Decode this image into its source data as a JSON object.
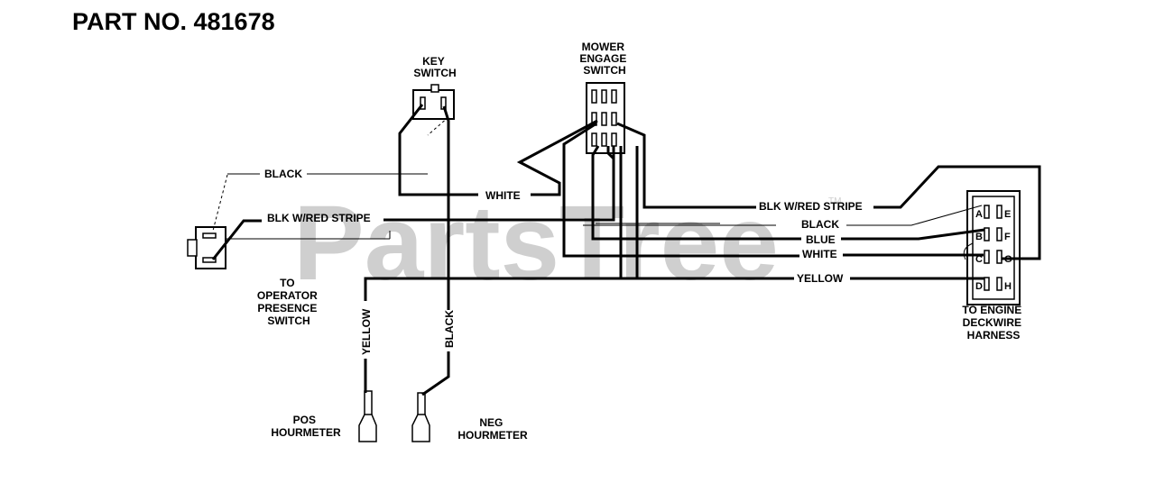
{
  "title": "PART NO. 481678",
  "watermark": {
    "text": "PartsTree",
    "trademark": "TM"
  },
  "components": {
    "key_switch": "KEY SWITCH",
    "mower_engage_switch": "MOWER ENGAGE SWITCH",
    "operator_presence": "TO OPERATOR PRESENCE SWITCH",
    "engine_harness": "TO ENGINE DECKWIRE HARNESS",
    "pos_hourmeter": "POS HOURMETER",
    "neg_hourmeter": "NEG HOURMETER"
  },
  "wires": {
    "black_left": "BLACK",
    "white_key": "WHITE",
    "blk_red_left": "BLK W/RED STRIPE",
    "blk_red_right": "BLK W/RED STRIPE",
    "black_right": "BLACK",
    "blue": "BLUE",
    "white_right": "WHITE",
    "yellow_right": "YELLOW",
    "yellow_vertical": "YELLOW",
    "black_vertical": "BLACK"
  },
  "connector_pins": {
    "left": [
      "A",
      "B",
      "C",
      "D"
    ],
    "right": [
      "E",
      "F",
      "G",
      "H"
    ]
  },
  "colors": {
    "ink": "#000000",
    "watermark": "#cfcfcf",
    "background": "#ffffff"
  }
}
